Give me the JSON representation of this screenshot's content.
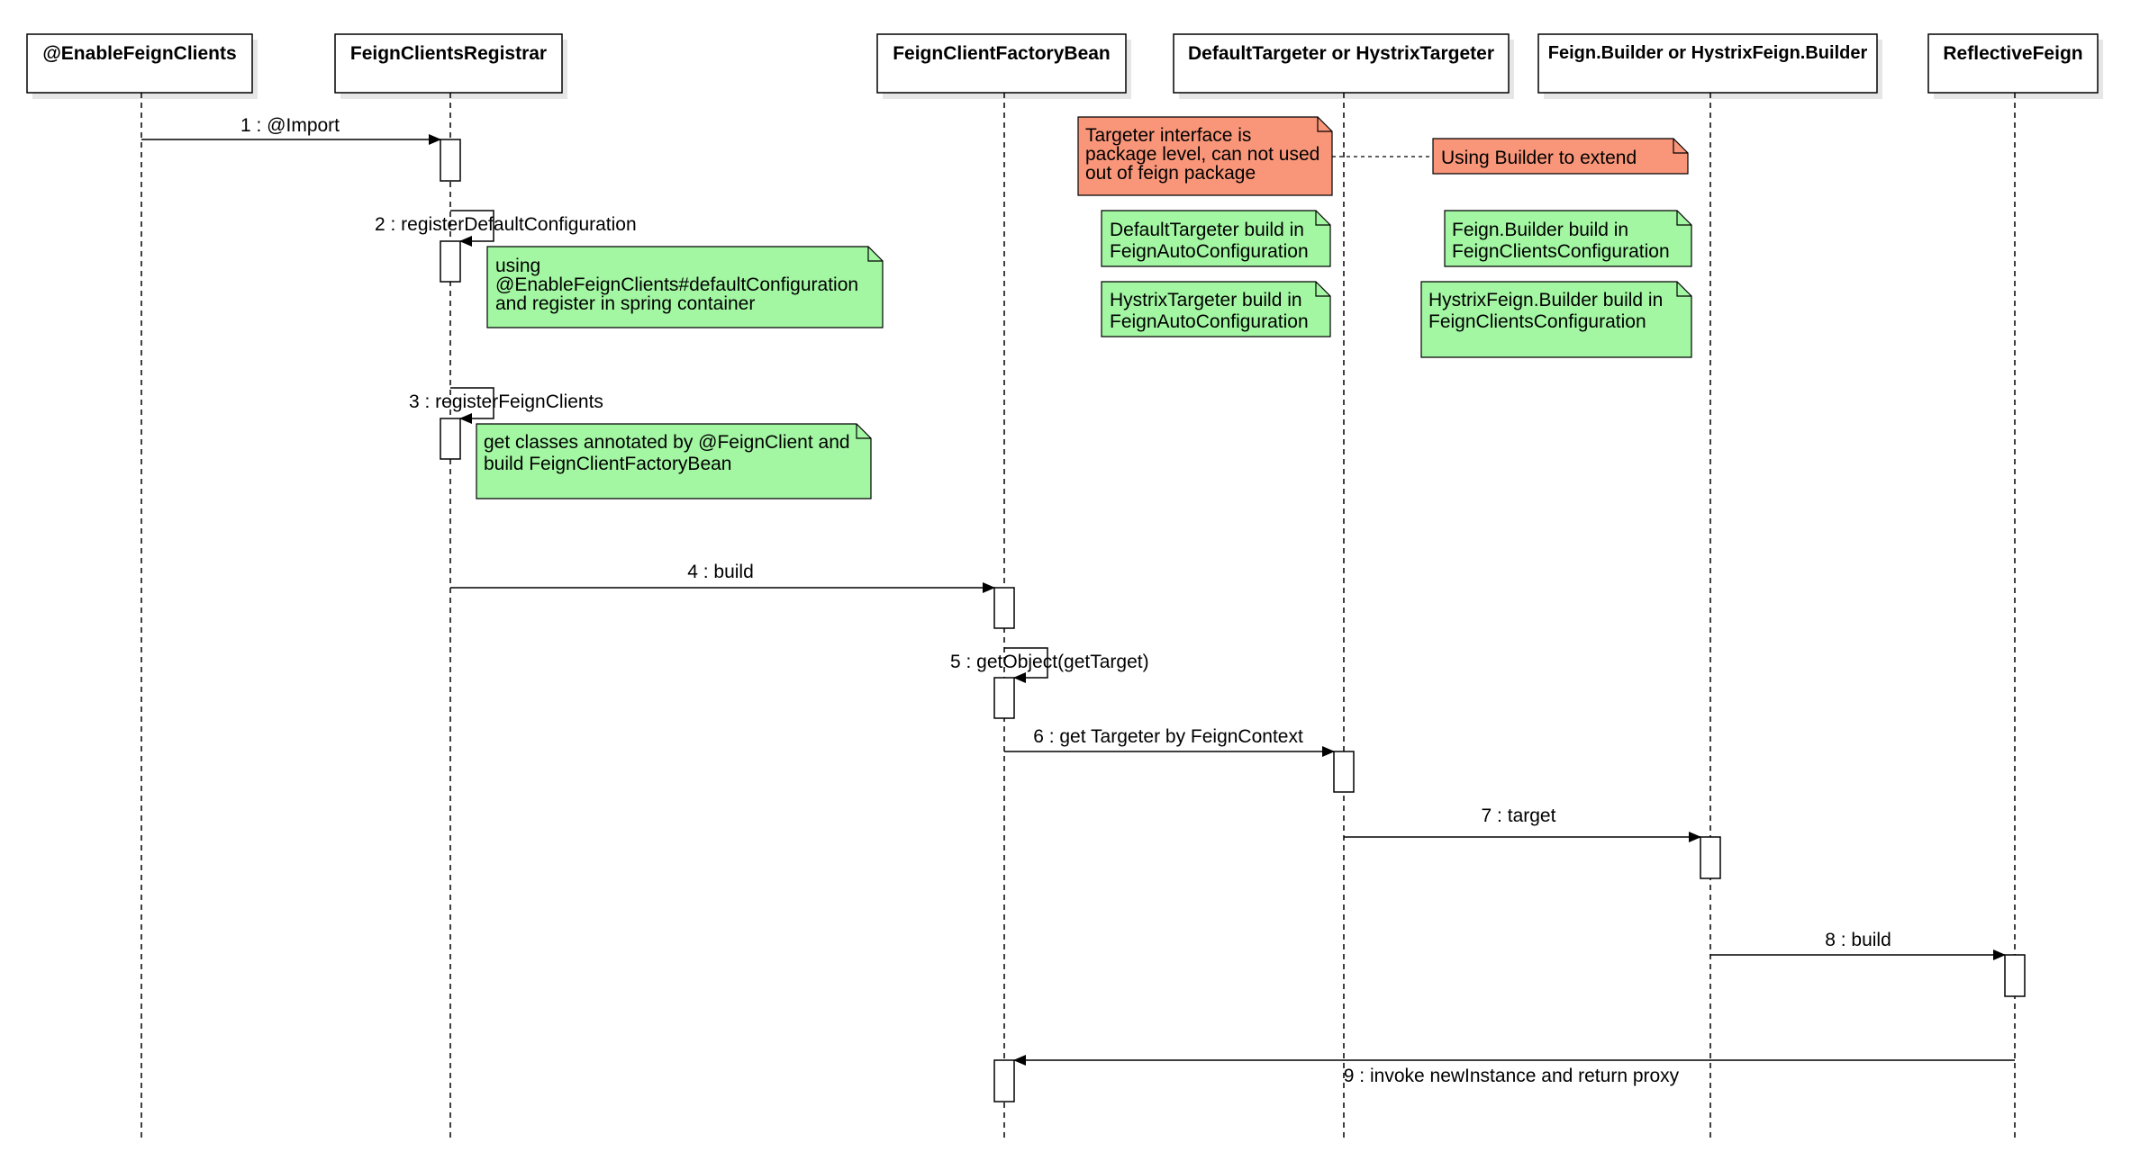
{
  "lifelines": [
    {
      "id": "enable",
      "title": "@EnableFeignClients"
    },
    {
      "id": "registrar",
      "title": "FeignClientsRegistrar"
    },
    {
      "id": "factory",
      "title": "FeignClientFactoryBean"
    },
    {
      "id": "targeter",
      "title": "DefaultTargeter or HystrixTargeter"
    },
    {
      "id": "builder",
      "title": "Feign.Builder or HystrixFeign.Builder"
    },
    {
      "id": "reflective",
      "title": "ReflectiveFeign"
    }
  ],
  "messages": [
    {
      "label": "1 : @Import"
    },
    {
      "label": "2 : registerDefaultConfiguration"
    },
    {
      "label": "3 : registerFeignClients"
    },
    {
      "label": "4 : build"
    },
    {
      "label": "5 : getObject(getTarget)"
    },
    {
      "label": "6 : get Targeter by FeignContext"
    },
    {
      "label": "7 : target"
    },
    {
      "label": "8 : build"
    },
    {
      "label": "9 : invoke newInstance and return proxy"
    }
  ],
  "notes": [
    {
      "color": "#a3f7a3",
      "lines": [
        "using",
        "@EnableFeignClients#defaultConfiguration",
        "and register in spring container"
      ]
    },
    {
      "color": "#a3f7a3",
      "lines": [
        "get classes annotated by @FeignClient and",
        "build FeignClientFactoryBean"
      ]
    },
    {
      "color": "#f9967a",
      "lines": [
        "Targeter interface is",
        "package level, can not used",
        "out of feign package"
      ]
    },
    {
      "color": "#f9967a",
      "lines": [
        "Using Builder to extend"
      ]
    },
    {
      "color": "#a3f7a3",
      "lines": [
        "DefaultTargeter build in",
        "FeignAutoConfiguration"
      ]
    },
    {
      "color": "#a3f7a3",
      "lines": [
        "HystrixTargeter build in",
        "FeignAutoConfiguration"
      ]
    },
    {
      "color": "#a3f7a3",
      "lines": [
        "Feign.Builder build in",
        "FeignClientsConfiguration"
      ]
    },
    {
      "color": "#a3f7a3",
      "lines": [
        "HystrixFeign.Builder build in",
        "FeignClientsConfiguration"
      ]
    }
  ]
}
